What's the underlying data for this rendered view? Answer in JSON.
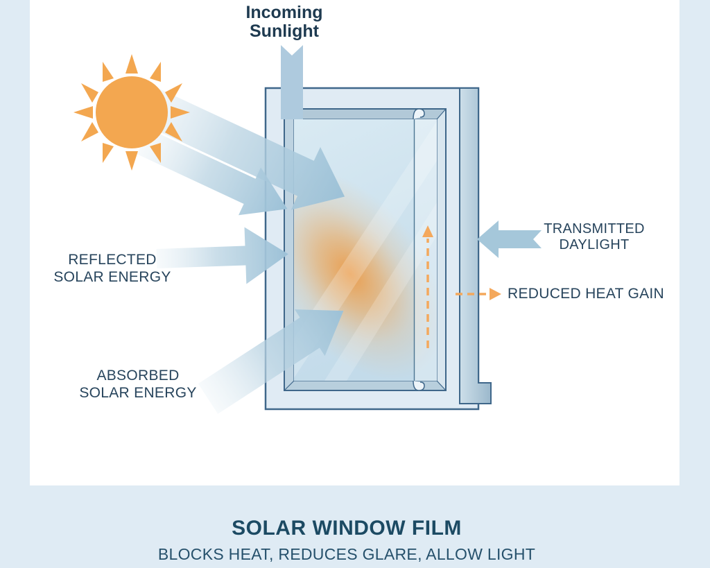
{
  "page": {
    "background": "#dfebf4",
    "panel_background": "#ffffff"
  },
  "colors": {
    "arrow_blue": "#9cc1d7",
    "sun_orange": "#f3a750",
    "heat_orange": "#f4a85c",
    "frame_outline": "#3f678a",
    "label_navy": "#27445c",
    "title_teal": "#1c4a63"
  },
  "labels": {
    "incoming": "Incoming\nSunlight",
    "reflected": "REFLECTED\nSOLAR ENERGY",
    "absorbed": "ABSORBED\nSOLAR ENERGY",
    "transmitted": "TRANSMITTED\nDAYLIGHT",
    "reduced": "REDUCED HEAT GAIN"
  },
  "footer": {
    "title": "SOLAR WINDOW FILM",
    "subtitle": "BLOCKS HEAT, REDUCES GLARE, ALLOW LIGHT"
  },
  "icons": {
    "sun": "sun-icon",
    "incoming_arrow": "down-arrow-icon",
    "reflected_arrow": "right-arrow-icon",
    "absorbed_arrow": "up-right-arrow-icon",
    "transmitted_arrow": "left-arrow-icon",
    "reduced_heat_arrow": "dashed-right-arrow-icon",
    "heat_rise_arrow": "dashed-up-arrow-icon"
  }
}
